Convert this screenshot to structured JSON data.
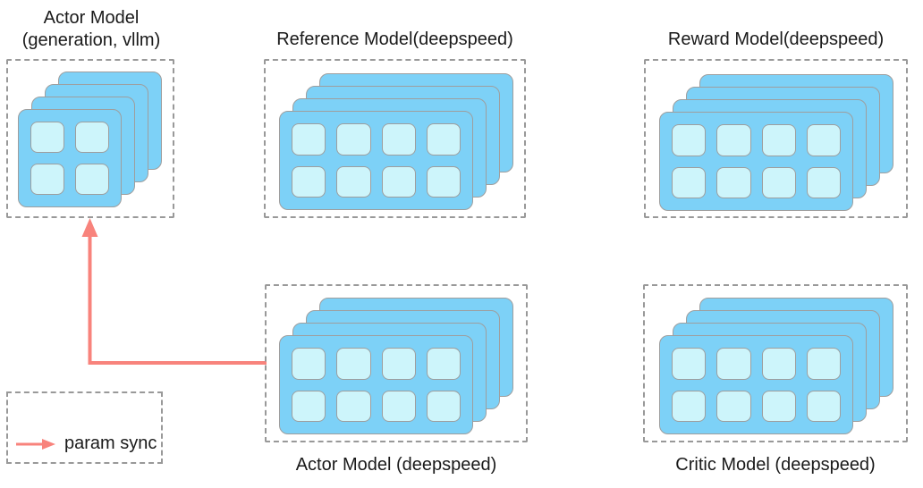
{
  "models": [
    {
      "id": "actor-vllm",
      "title_lines": [
        "Actor Model",
        "(generation, vllm)"
      ],
      "label_position": "top",
      "stack_count": 4,
      "grid": {
        "cols": 2,
        "rows": 2
      }
    },
    {
      "id": "reference",
      "title_lines": [
        "Reference Model(deepspeed)"
      ],
      "label_position": "top",
      "stack_count": 4,
      "grid": {
        "cols": 4,
        "rows": 2
      }
    },
    {
      "id": "reward",
      "title_lines": [
        "Reward Model(deepspeed)"
      ],
      "label_position": "top",
      "stack_count": 4,
      "grid": {
        "cols": 4,
        "rows": 2
      }
    },
    {
      "id": "actor-deepspeed",
      "title_lines": [
        "Actor Model (deepspeed)"
      ],
      "label_position": "bottom",
      "stack_count": 4,
      "grid": {
        "cols": 4,
        "rows": 2
      }
    },
    {
      "id": "critic",
      "title_lines": [
        "Critic Model (deepspeed)"
      ],
      "label_position": "bottom",
      "stack_count": 4,
      "grid": {
        "cols": 4,
        "rows": 2
      }
    }
  ],
  "param_sync_arrow": {
    "from": "actor-deepspeed",
    "to": "actor-vllm",
    "meaning": "param sync"
  },
  "legend": {
    "label": "param sync"
  },
  "colors": {
    "card": "#7DD1F7",
    "card_inner": "#CDF5FB",
    "card_border": "#9E9E9E",
    "box_border": "#999999",
    "arrow": "#F8837C",
    "text": "#1A1A1A"
  }
}
